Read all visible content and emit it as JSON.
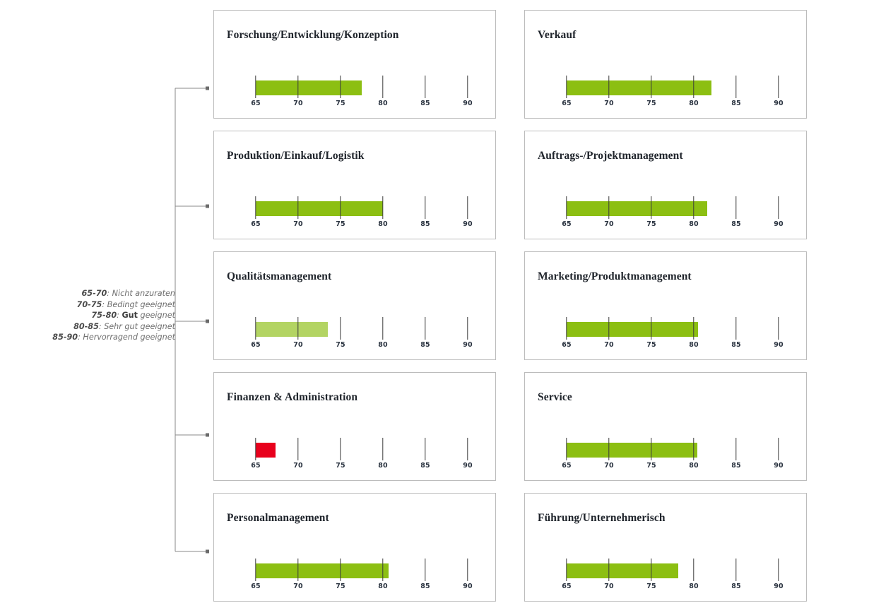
{
  "legend": {
    "name": "suitability-legend",
    "rows": [
      {
        "range": "65-70",
        "sep": ": ",
        "text": "Nicht anzuraten",
        "emphasis": ""
      },
      {
        "range": "70-75",
        "sep": ": ",
        "text": "Bedingt geeignet",
        "emphasis": ""
      },
      {
        "range": "75-80",
        "sep": ": ",
        "text": " geeignet",
        "emphasis": "Gut"
      },
      {
        "range": "80-85",
        "sep": ": ",
        "text": "Sehr gut geeignet",
        "emphasis": ""
      },
      {
        "range": "85-90",
        "sep": ": ",
        "text": "Hervorragend  geeignet",
        "emphasis": ""
      }
    ]
  },
  "colors": {
    "green": "#8cbf12",
    "light_green": "#b3d463",
    "red": "#e8001c",
    "card_border": "#bcbcbc",
    "tick": "#3a3a3a",
    "tick_label": "#2a3340",
    "title": "#20252c",
    "legend_text": "#6f6f6f"
  },
  "chart_data": {
    "type": "bar",
    "title": "",
    "xlabel": "",
    "ylabel": "",
    "xlim": [
      64.0,
      91.5
    ],
    "ticks": [
      65,
      70,
      75,
      80,
      85,
      90
    ],
    "tick_labels": [
      "65",
      "70",
      "75",
      "80",
      "85",
      "90"
    ],
    "grid": false,
    "legend_position": "left",
    "categories": [
      "Forschung/Entwicklung/Konzeption",
      "Verkauf",
      "Produktion/Einkauf/Logistik",
      "Auftrags-/Projektmanagement",
      "Qualitätsmanagement",
      "Marketing/Produktmanagement",
      "Finanzen & Administration",
      "Service",
      "Personalmanagement",
      "Führung/Unternehmerisch"
    ],
    "values": [
      77.5,
      82.1,
      80.0,
      81.6,
      73.5,
      80.5,
      67.3,
      80.4,
      80.7,
      78.2
    ],
    "bar_colors": [
      "green",
      "green",
      "green",
      "green",
      "light_green",
      "green",
      "red",
      "green",
      "green",
      "green"
    ]
  },
  "cards": [
    {
      "title": "Forschung/Entwicklung/Konzeption",
      "value": 77.5,
      "color": "green"
    },
    {
      "title": "Verkauf",
      "value": 82.1,
      "color": "green"
    },
    {
      "title": "Produktion/Einkauf/Logistik",
      "value": 80.0,
      "color": "green"
    },
    {
      "title": "Auftrags-/Projektmanagement",
      "value": 81.6,
      "color": "green"
    },
    {
      "title": "Qualitätsmanagement",
      "value": 73.5,
      "color": "light"
    },
    {
      "title": "Marketing/Produktmanagement",
      "value": 80.5,
      "color": "green"
    },
    {
      "title": "Finanzen & Administration",
      "value": 67.3,
      "color": "red"
    },
    {
      "title": "Service",
      "value": 80.4,
      "color": "green"
    },
    {
      "title": "Personalmanagement",
      "value": 80.7,
      "color": "green"
    },
    {
      "title": "Führung/Unternehmerisch",
      "value": 78.2,
      "color": "green"
    }
  ]
}
